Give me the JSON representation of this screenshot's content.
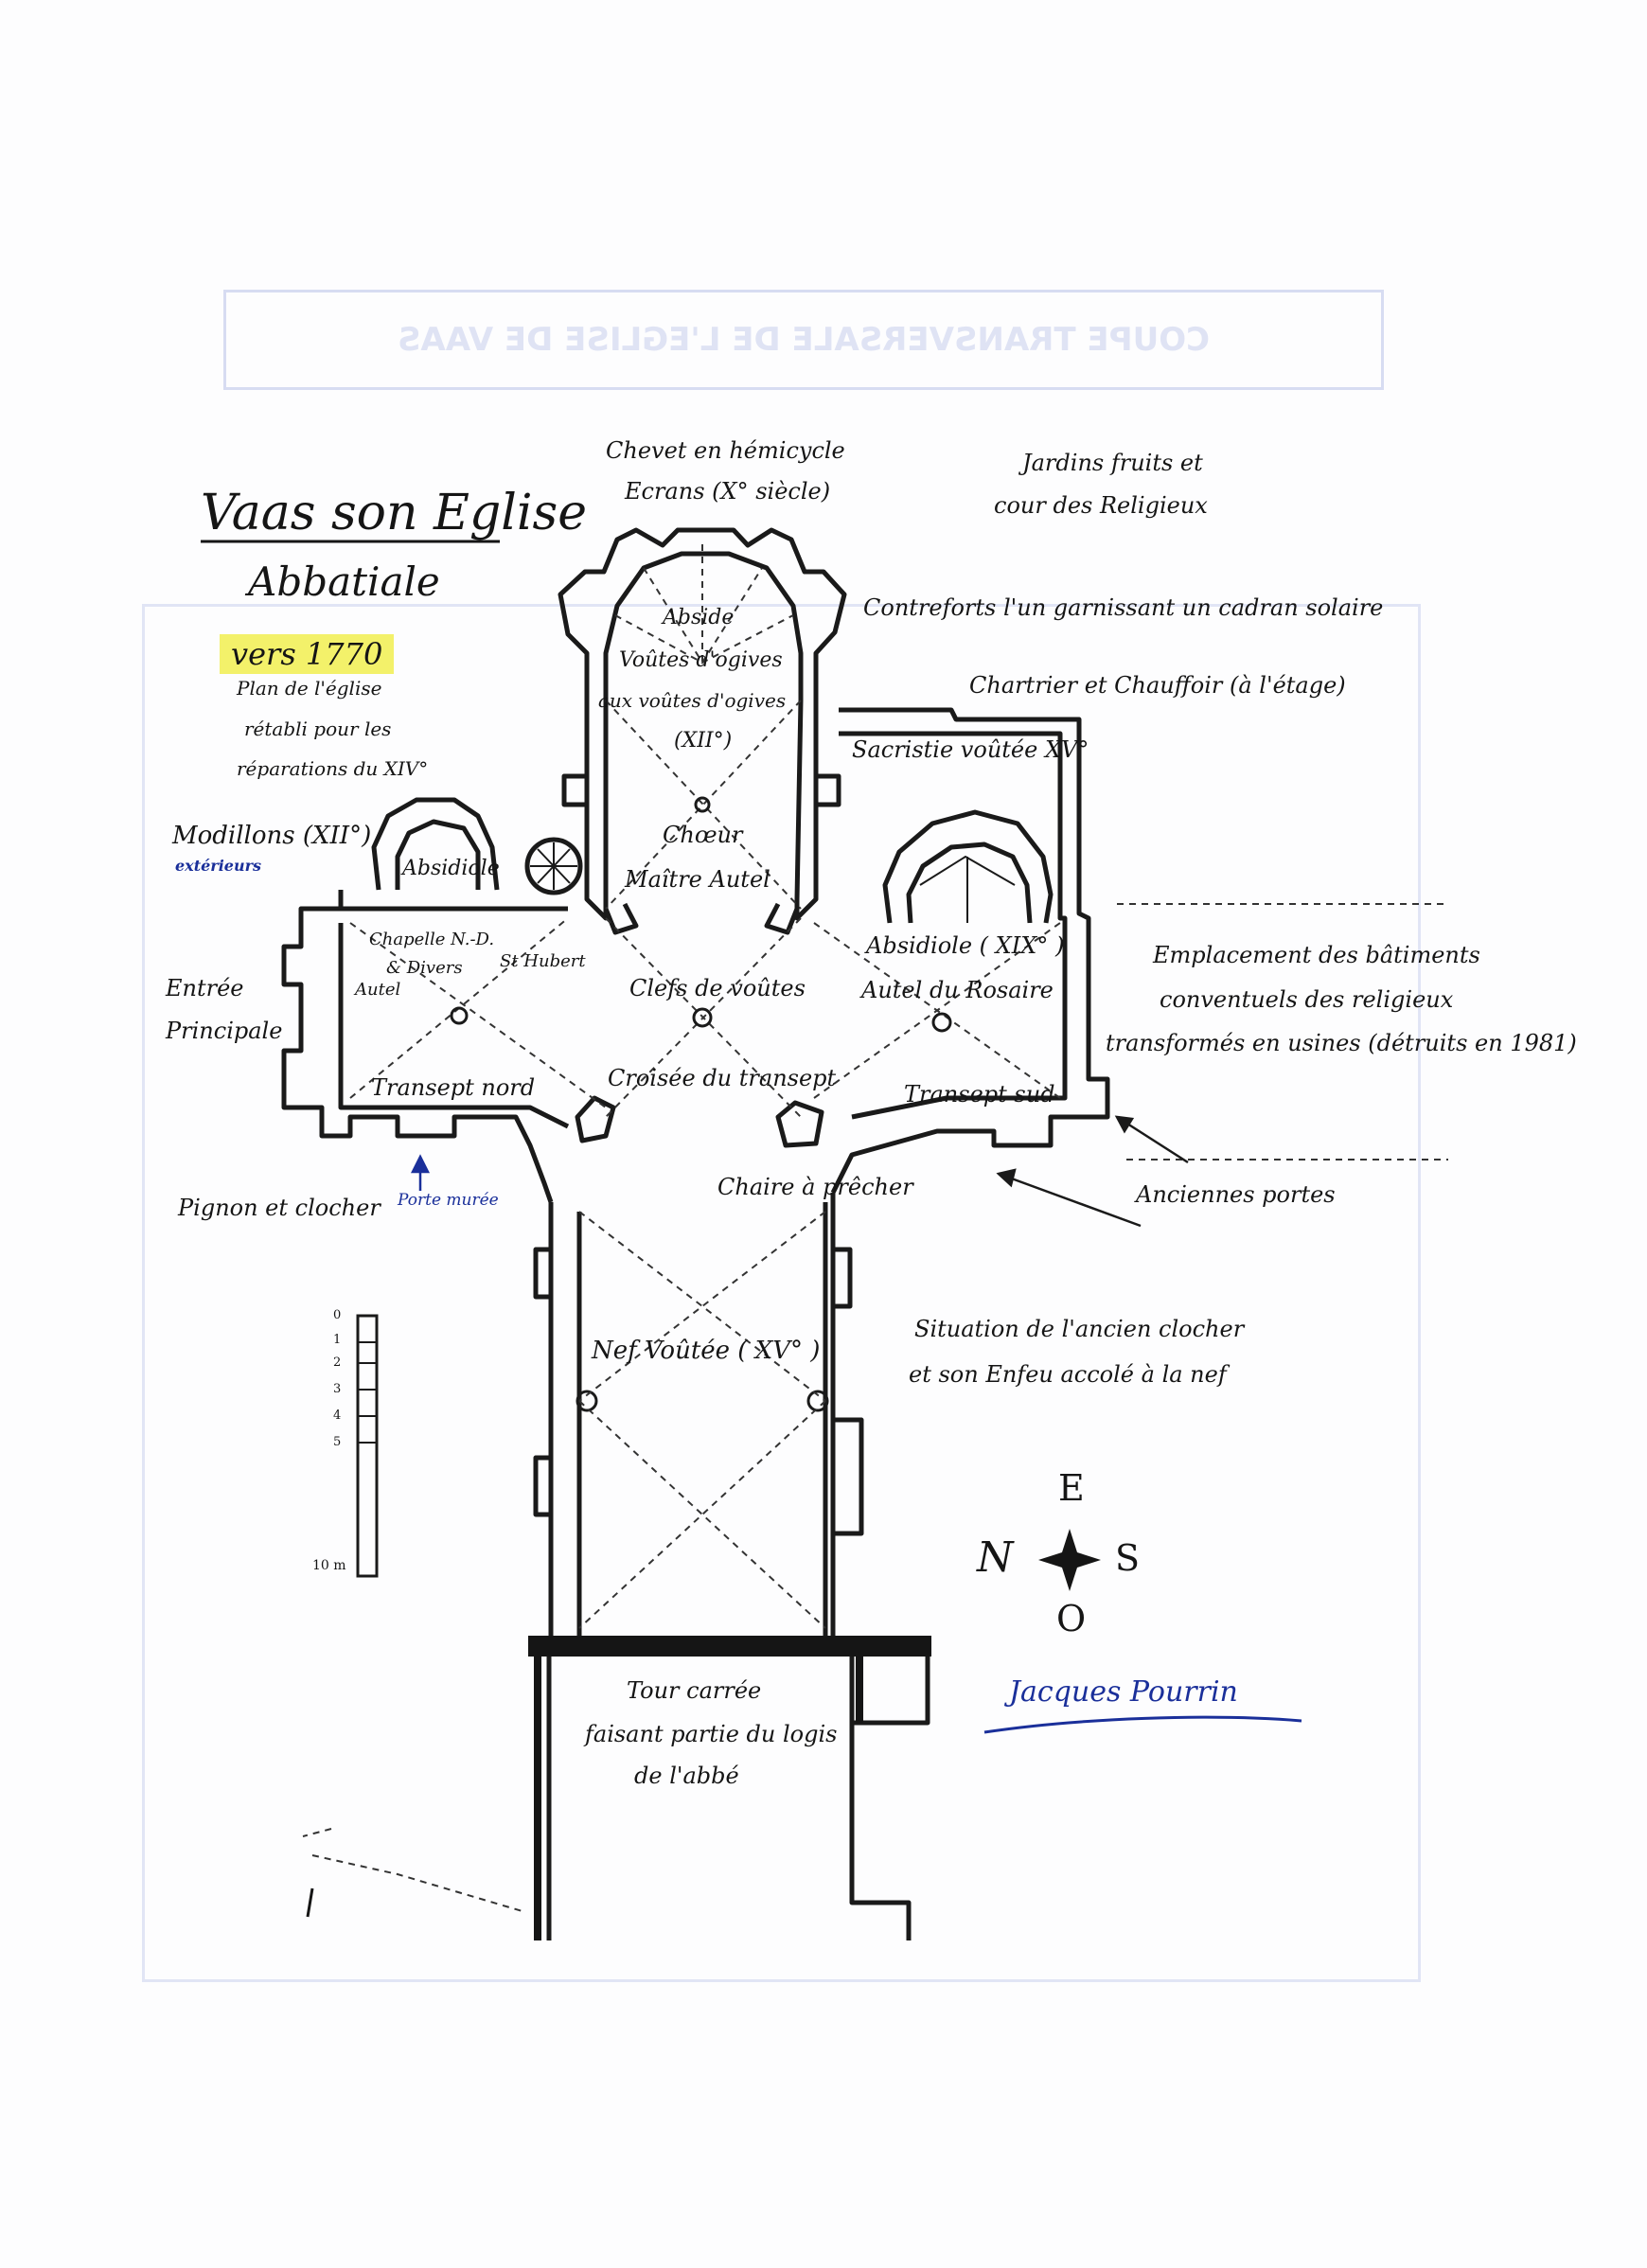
{
  "header_ghost": "COUPE TRANSVERSALE DE L'EGLISE DE VAAS",
  "title": "Vaas son Eglise",
  "subtitle": "Abbatiale",
  "year": "vers 1770",
  "year_note": [
    "Plan de l'église",
    "rétabli pour les",
    "réparations du XIV°"
  ],
  "labels": {
    "chevet": [
      "Chevet en hémicycle",
      "Ecrans (X° siècle)"
    ],
    "jardins": [
      "Jardins fruits et",
      "cour des Religieux"
    ],
    "contreforts": "Contreforts l'un garnissant un cadran solaire",
    "chartrier": "Chartrier et Chauffoir (à l'étage)",
    "sacristie": "Sacristie voûtée XV°",
    "abside": [
      "Abside",
      "Voûtes d'ogives",
      "aux voûtes d'ogives",
      "(XII°)"
    ],
    "choeur": [
      "Chœur",
      "Maître Autel"
    ],
    "modillons": "Modillons (XII°)",
    "modillons_note": "extérieurs",
    "absidiole_n": "Absidiole",
    "chapelle": [
      "Chapelle N.-D.",
      "& Divers",
      "Autel",
      "St Hubert"
    ],
    "entree": [
      "Entrée",
      "Principale"
    ],
    "transept_nord": "Transept nord",
    "croisee": "Croisée du transept",
    "clefs": "Clefs de voûtes",
    "absidiole_s": "Absidiole ( XIX° )",
    "autel_rosaire": "Autel du Rosaire",
    "transept_sud": "Transept sud",
    "chaire": "Chaire à prêcher",
    "emplacement": [
      "Emplacement des bâtiments",
      "conventuels des religieux",
      "transformés en usines (détruits en 1981)"
    ],
    "anciennes_portes": "Anciennes portes",
    "pignon": "Pignon et clocher",
    "porte_muree": "Porte murée",
    "nef": "Nef Voûtée ( XV° )",
    "situation": [
      "Situation de l'ancien clocher",
      "et son Enfeu accolé à la nef"
    ],
    "tour": [
      "Tour carrée",
      "faisant partie du logis",
      "de l'abbé"
    ],
    "signature": "Jacques Pourrin"
  },
  "compass": {
    "top": "E",
    "left": "N",
    "right": "S",
    "bottom": "O"
  },
  "scale": {
    "ticks": [
      "0",
      "1",
      "2",
      "3",
      "4",
      "5"
    ],
    "end": "10 m"
  },
  "colors": {
    "highlight": "#f3f16a",
    "ink": "#151515",
    "blue_ink": "#1a2f9a",
    "ghost": "#d7dcf2"
  }
}
